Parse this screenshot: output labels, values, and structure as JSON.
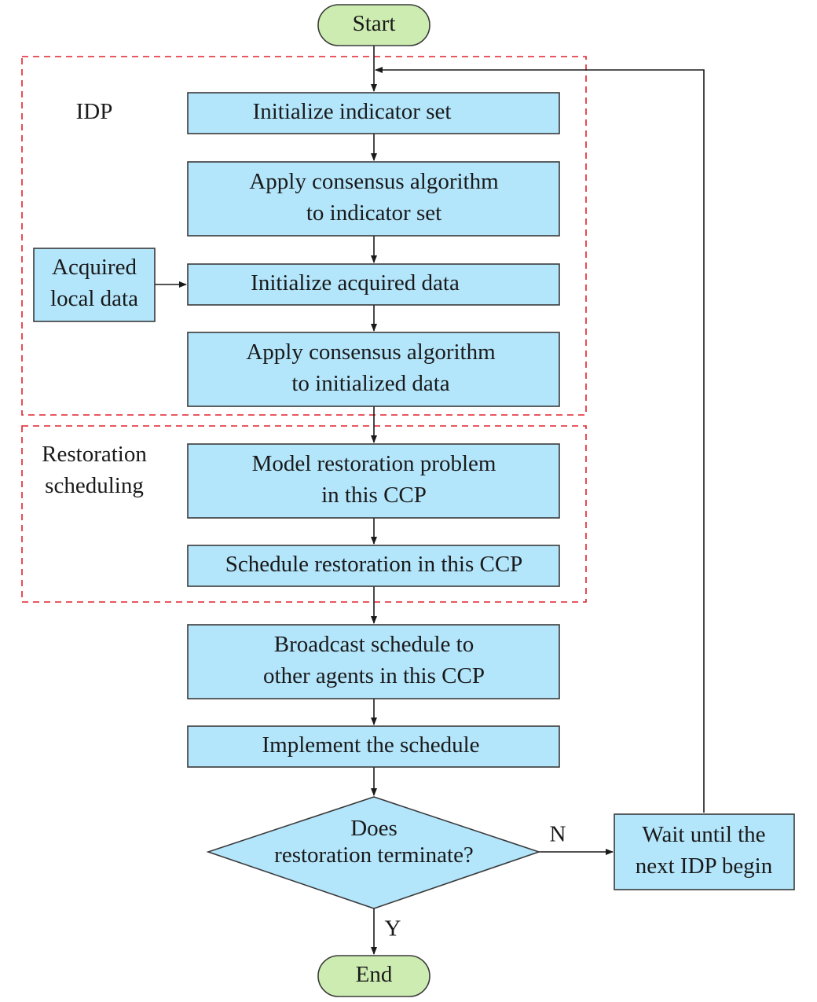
{
  "groups": {
    "idp": {
      "label": [
        "IDP"
      ]
    },
    "restoration": {
      "label": [
        "Restoration",
        "scheduling"
      ]
    }
  },
  "nodes": {
    "start": [
      "Start"
    ],
    "init_indicator": [
      "Initialize indicator set"
    ],
    "consensus_indicator": [
      "Apply consensus algorithm",
      "to indicator set"
    ],
    "acquired_local": [
      "Acquired",
      "local data"
    ],
    "init_acquired": [
      "Initialize acquired data"
    ],
    "consensus_initialized": [
      "Apply consensus algorithm",
      "to initialized data"
    ],
    "model_restoration": [
      "Model restoration problem",
      "in this CCP"
    ],
    "schedule_restoration": [
      "Schedule restoration in this CCP"
    ],
    "broadcast": [
      "Broadcast schedule to",
      "other agents in this CCP"
    ],
    "implement": [
      "Implement the schedule"
    ],
    "decision": [
      "Does",
      "restoration terminate?"
    ],
    "wait": [
      "Wait until the",
      "next IDP begin"
    ],
    "end": [
      "End"
    ]
  },
  "edge_labels": {
    "no": "N",
    "yes": "Y"
  },
  "colors": {
    "process_fill": "#b3e5fb",
    "terminal_fill": "#cdecb1",
    "group_border": "#e0202c",
    "stroke": "#3a3a3a"
  }
}
